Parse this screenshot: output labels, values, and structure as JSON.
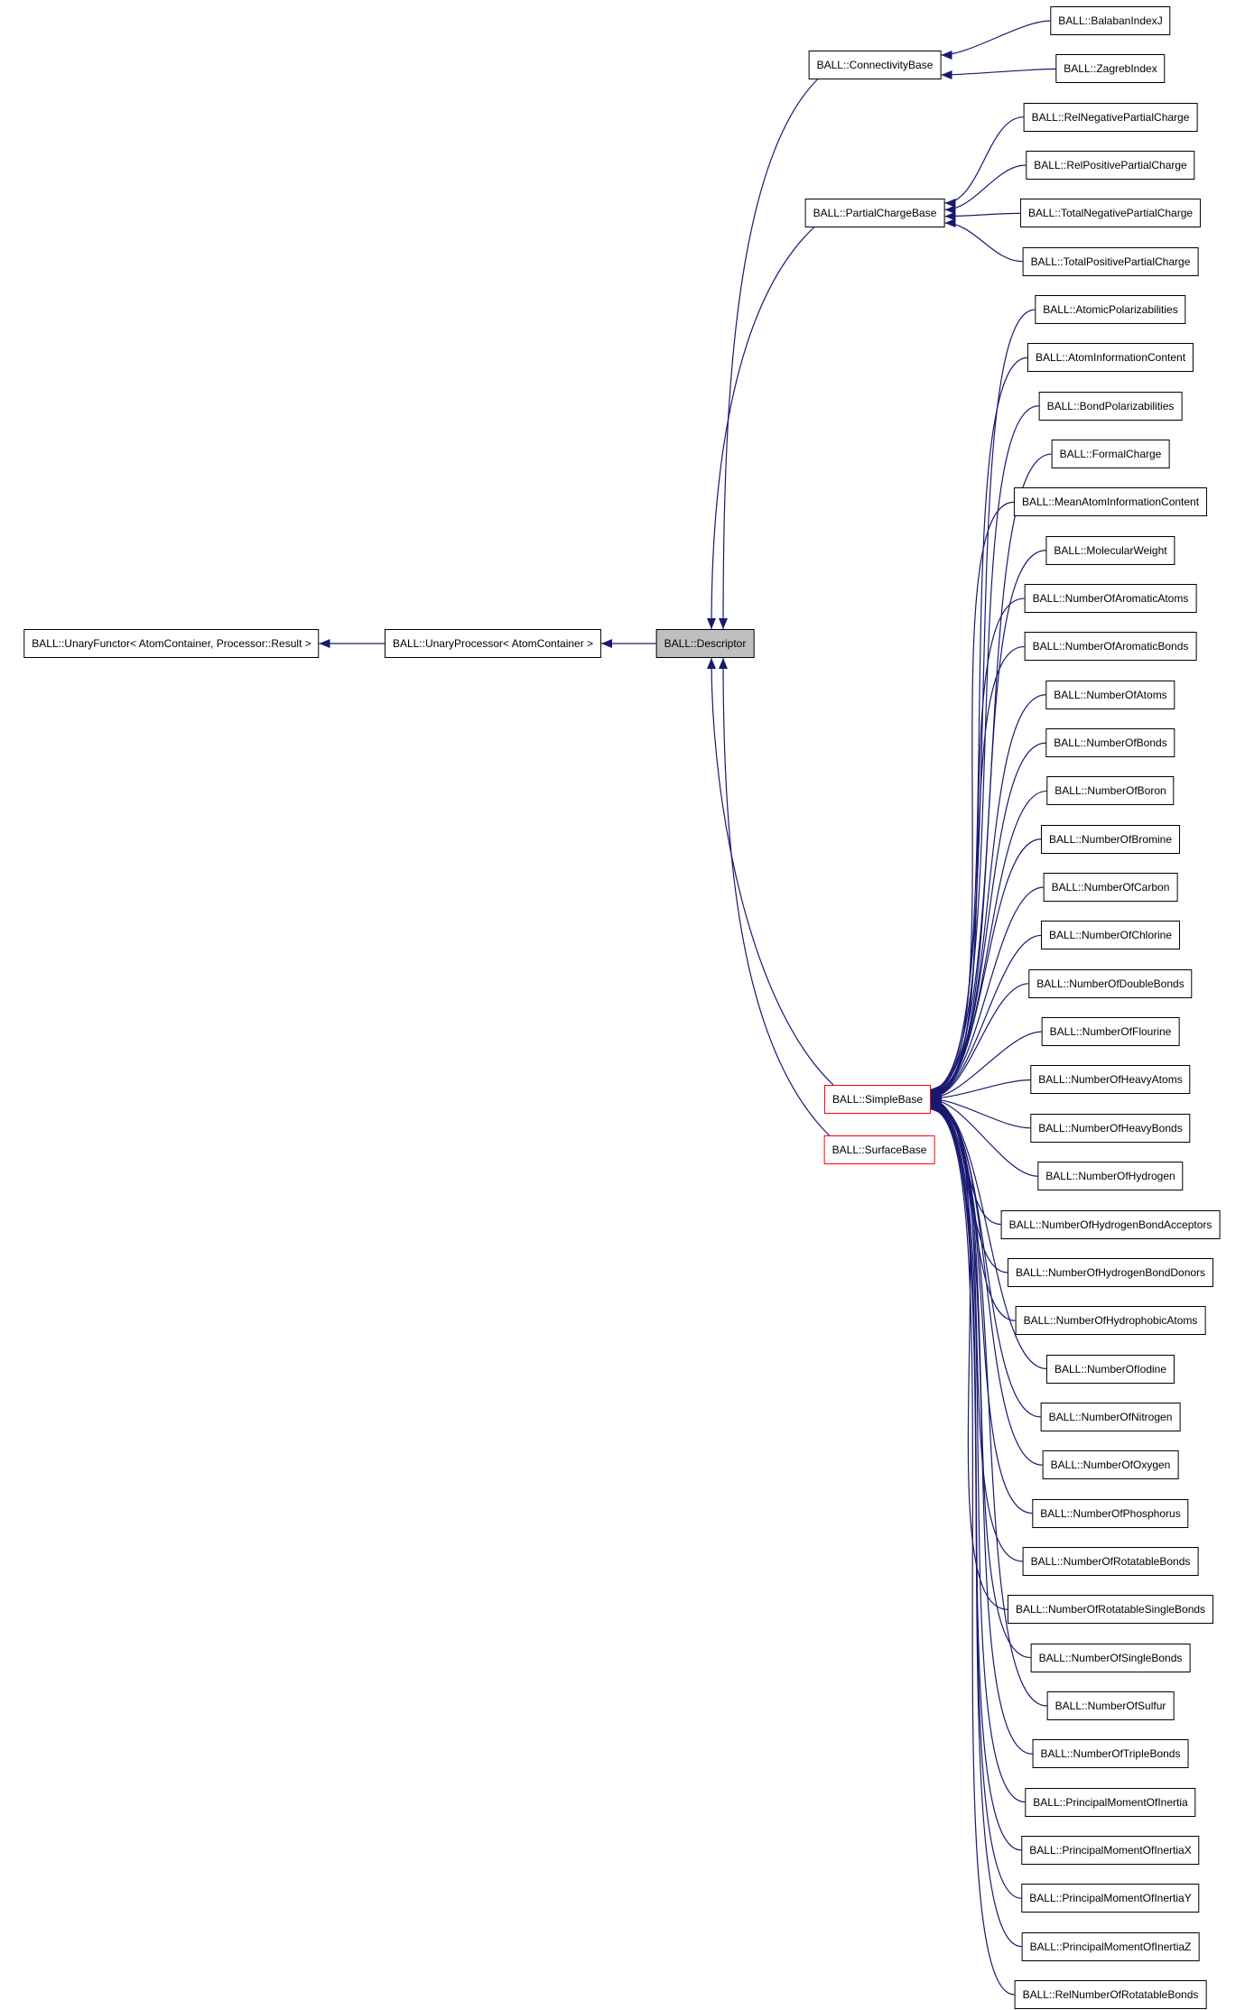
{
  "diagram": {
    "edge_color": "#191970",
    "highlight_fill": "#bfbfbf",
    "truncated_border": "#ff0000",
    "chain": [
      {
        "id": "unary-functor",
        "label": "BALL::UnaryFunctor< AtomContainer, Processor::Result >",
        "highlight": false
      },
      {
        "id": "unary-processor",
        "label": "BALL::UnaryProcessor< AtomContainer >",
        "highlight": false
      },
      {
        "id": "descriptor",
        "label": "BALL::Descriptor",
        "highlight": true
      }
    ],
    "bases": [
      {
        "id": "connectivity-base",
        "label": "BALL::ConnectivityBase",
        "truncated": false,
        "children": [
          "BALL::BalabanIndexJ",
          "BALL::ZagrebIndex"
        ]
      },
      {
        "id": "partial-charge-base",
        "label": "BALL::PartialChargeBase",
        "truncated": false,
        "children": [
          "BALL::RelNegativePartialCharge",
          "BALL::RelPositivePartialCharge",
          "BALL::TotalNegativePartialCharge",
          "BALL::TotalPositivePartialCharge"
        ]
      },
      {
        "id": "simple-base",
        "label": "BALL::SimpleBase",
        "truncated": true,
        "children": [
          "BALL::AtomicPolarizabilities",
          "BALL::AtomInformationContent",
          "BALL::BondPolarizabilities",
          "BALL::FormalCharge",
          "BALL::MeanAtomInformationContent",
          "BALL::MolecularWeight",
          "BALL::NumberOfAromaticAtoms",
          "BALL::NumberOfAromaticBonds",
          "BALL::NumberOfAtoms",
          "BALL::NumberOfBonds",
          "BALL::NumberOfBoron",
          "BALL::NumberOfBromine",
          "BALL::NumberOfCarbon",
          "BALL::NumberOfChlorine",
          "BALL::NumberOfDoubleBonds",
          "BALL::NumberOfFlourine",
          "BALL::NumberOfHeavyAtoms",
          "BALL::NumberOfHeavyBonds",
          "BALL::NumberOfHydrogen",
          "BALL::NumberOfHydrogenBondAcceptors",
          "BALL::NumberOfHydrogenBondDonors",
          "BALL::NumberOfHydrophobicAtoms",
          "BALL::NumberOfIodine",
          "BALL::NumberOfNitrogen",
          "BALL::NumberOfOxygen",
          "BALL::NumberOfPhosphorus",
          "BALL::NumberOfRotatableBonds",
          "BALL::NumberOfRotatableSingleBonds",
          "BALL::NumberOfSingleBonds",
          "BALL::NumberOfSulfur",
          "BALL::NumberOfTripleBonds",
          "BALL::PrincipalMomentOfInertia",
          "BALL::PrincipalMomentOfInertiaX",
          "BALL::PrincipalMomentOfInertiaY",
          "BALL::PrincipalMomentOfInertiaZ",
          "BALL::RelNumberOfRotatableBonds"
        ]
      },
      {
        "id": "surface-base",
        "label": "BALL::SurfaceBase",
        "truncated": true,
        "children": []
      }
    ]
  }
}
